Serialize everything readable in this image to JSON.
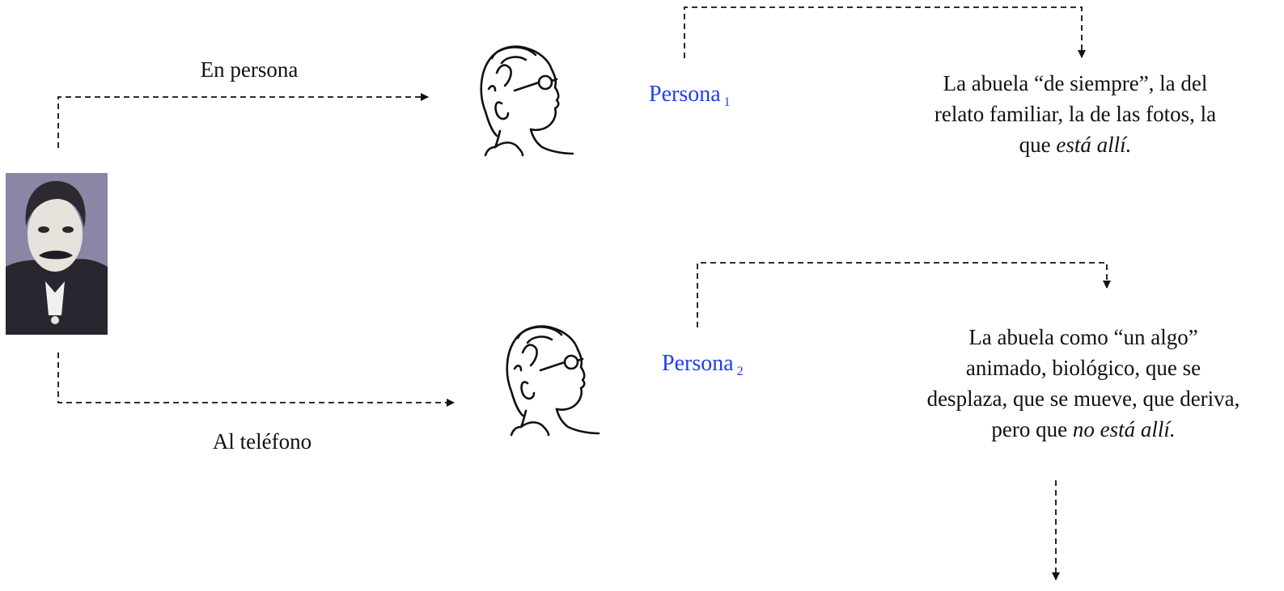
{
  "mode_in_person": "En persona",
  "mode_phone": "Al teléfono",
  "persona_1": {
    "name": "Persona",
    "index": "1"
  },
  "persona_2": {
    "name": "Persona",
    "index": "2"
  },
  "desc_1": {
    "line1": "La abuela “de siempre”, la del",
    "line2": "relato familiar, la de las fotos, la",
    "line3_pre": "que ",
    "line3_em": "está allí."
  },
  "desc_2": {
    "line1": "La abuela como “un algo”",
    "line2": "animado, biológico, que se",
    "line3": "desplaza, que se mueve, que deriva,",
    "line4_pre": "pero que ",
    "line4_em": "no está allí."
  },
  "colors": {
    "persona": "#1f3ff0",
    "line": "#111111"
  },
  "icons": [
    "portrait-proust",
    "grandmother-sketch-icon",
    "dashed-arrow"
  ]
}
